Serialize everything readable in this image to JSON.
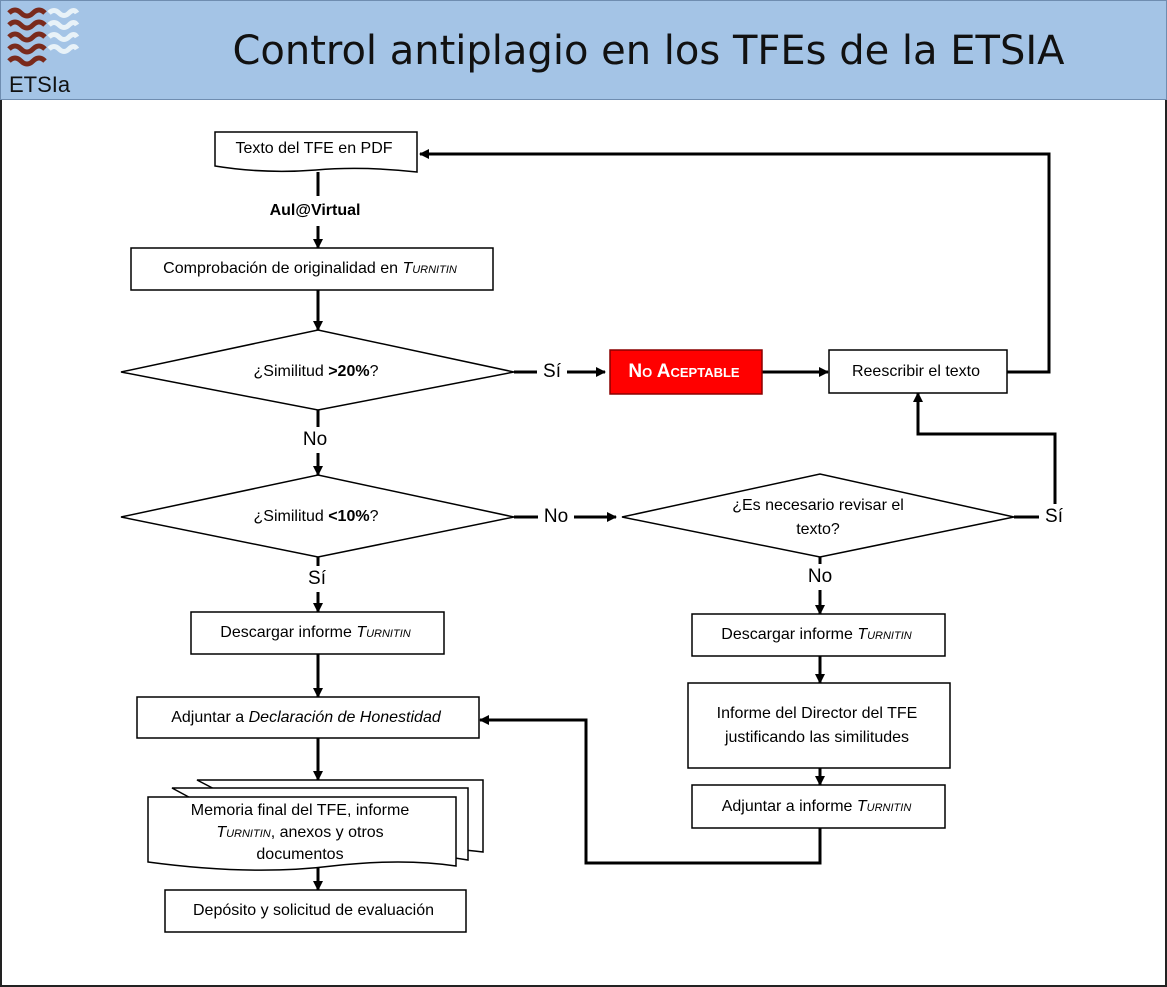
{
  "header": {
    "title": "Control antiplagio en los TFEs de la ETSIA",
    "logo_text": "ETSIa"
  },
  "colors": {
    "header_bg": "#a4c4e6",
    "not_acceptable_bg": "#ff0000",
    "line": "#000000"
  },
  "flowchart": {
    "nodes": {
      "pdf_text": "Texto del TFE en PDF",
      "aula_virtual": "Aul@Virtual",
      "check_prefix": "Comprobación de originalidad en ",
      "turnitin": "Turnitin",
      "sim_gt_prefix": "¿Similitud ",
      "sim_gt_value": ">20%",
      "question_mark": "?",
      "not_acceptable": "No Aceptable",
      "rewrite": "Reescribir el texto",
      "sim_lt_prefix": "¿Similitud ",
      "sim_lt_value": "<10%",
      "revise_line1": "¿Es necesario revisar el",
      "revise_line2": "texto?",
      "download_prefix": "Descargar informe ",
      "attach_prefix": "Adjuntar a ",
      "honesty": "Declaración de Honestidad",
      "director_line1": "Informe del Director del TFE",
      "director_line2": "justificando las similitudes",
      "attach_report_prefix": "Adjuntar a informe ",
      "memoria_line1": "Memoria final del TFE, informe",
      "memoria_line2_suffix": ", anexos y otros",
      "memoria_line3": "documentos",
      "deposit": "Depósito y solicitud de evaluación"
    },
    "edges": {
      "yes": "Sí",
      "no": "No"
    }
  }
}
